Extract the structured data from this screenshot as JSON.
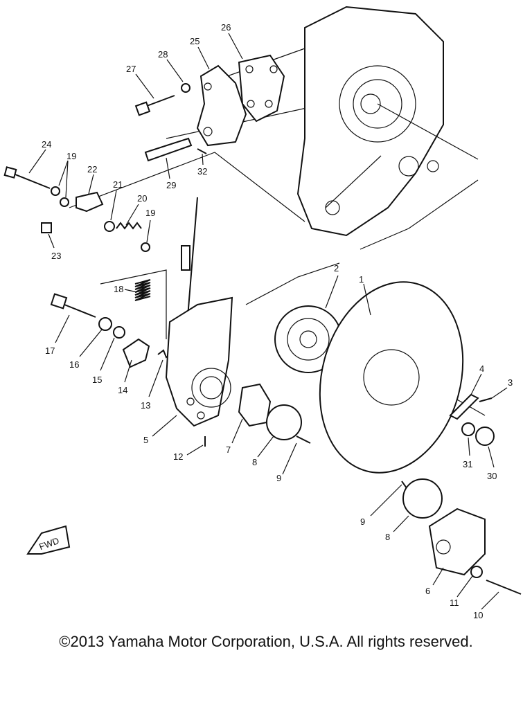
{
  "diagram": {
    "fwd_badge": "FWD",
    "callouts": [
      "1",
      "2",
      "3",
      "4",
      "5",
      "6",
      "7",
      "8",
      "8",
      "9",
      "9",
      "10",
      "11",
      "12",
      "13",
      "14",
      "15",
      "16",
      "17",
      "18",
      "19",
      "19",
      "20",
      "21",
      "22",
      "23",
      "24",
      "25",
      "26",
      "27",
      "28",
      "29",
      "30",
      "31",
      "32"
    ]
  },
  "footer": {
    "copyright": "©2013 Yamaha Motor Corporation, U.S.A. All rights reserved."
  }
}
